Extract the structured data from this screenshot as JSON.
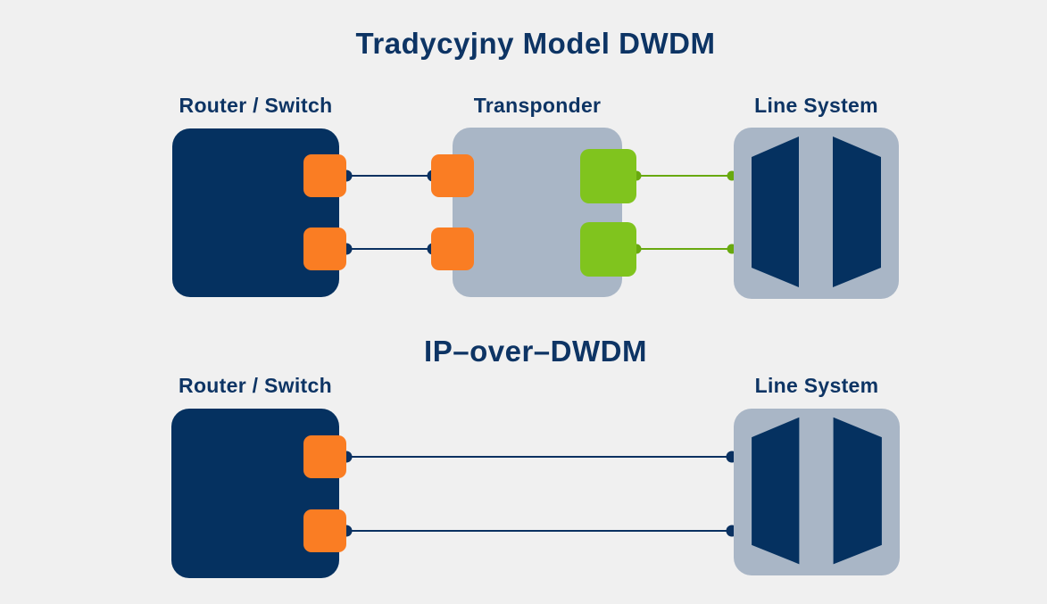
{
  "colors": {
    "background": "#f0f0f0",
    "navy_box": "#053160",
    "navy_text": "#0d3464",
    "navy_line": "#0a3161",
    "orange_port": "#fa7d23",
    "green_port": "#80c41e",
    "green_line": "#68a90f",
    "gray_box": "#a9b6c6"
  },
  "sections": [
    {
      "title": "Tradycyjny Model DWDM",
      "nodes": [
        {
          "label": "Router / Switch",
          "type": "router-switch",
          "ports": [
            "client-orange",
            "client-orange"
          ]
        },
        {
          "label": "Transponder",
          "type": "transponder",
          "ports": [
            "client-orange",
            "client-orange",
            "line-green",
            "line-green"
          ]
        },
        {
          "label": "Line System",
          "type": "line-system"
        }
      ],
      "connections": [
        {
          "from": "router-switch-port-1",
          "to": "transponder-client-port-1",
          "color": "navy"
        },
        {
          "from": "router-switch-port-2",
          "to": "transponder-client-port-2",
          "color": "navy"
        },
        {
          "from": "transponder-line-port-1",
          "to": "line-system",
          "color": "green"
        },
        {
          "from": "transponder-line-port-2",
          "to": "line-system",
          "color": "green"
        }
      ]
    },
    {
      "title": "IP–over–DWDM",
      "nodes": [
        {
          "label": "Router / Switch",
          "type": "router-switch",
          "ports": [
            "client-orange",
            "client-orange"
          ]
        },
        {
          "label": "Line System",
          "type": "line-system"
        }
      ],
      "connections": [
        {
          "from": "router-switch-port-1",
          "to": "line-system",
          "color": "navy"
        },
        {
          "from": "router-switch-port-2",
          "to": "line-system",
          "color": "navy"
        }
      ]
    }
  ]
}
